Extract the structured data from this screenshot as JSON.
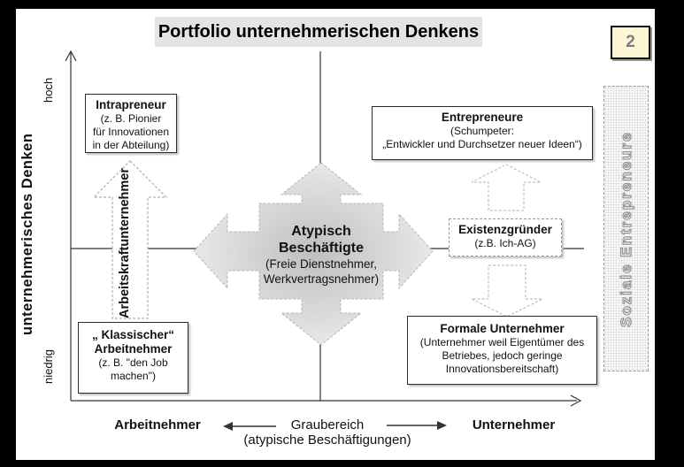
{
  "title": "Portfolio unternehmerischen Denkens",
  "slide_number": "2",
  "y_axis": {
    "label": "unternehmerisches Denken",
    "high": "hoch",
    "low": "niedrig"
  },
  "x_axis": {
    "left_label": "Arbeitnehmer",
    "center_label": "Graubereich",
    "center_sublabel": "(atypische Beschäftigungen)",
    "right_label": "Unternehmer"
  },
  "boxes": {
    "intrapreneur": {
      "title": "Intrapreneur",
      "line1": "(z. B. Pionier",
      "line2": "für Innovationen",
      "line3": "in der Abteilung)"
    },
    "entrepreneure": {
      "title": "Entrepreneure",
      "line1": "(Schumpeter:",
      "line2": "„Entwickler und Durchsetzer neuer Ideen“)"
    },
    "existenzgruender": {
      "title": "Existenzgründer",
      "line1": "(z.B. Ich-AG)"
    },
    "formale_unternehmer": {
      "title": "Formale Unternehmer",
      "line1": "(Unternehmer weil Eigentümer des",
      "line2": "Betriebes, jedoch geringe",
      "line3": "Innovationsbereitschaft)"
    },
    "klassischer_arbeitnehmer": {
      "title_line1": "„ Klassischer“",
      "title_line2": "Arbeitnehmer",
      "line1": "(z. B. \"den Job",
      "line2": "machen\")"
    },
    "atypisch_beschaeftigte": {
      "title_line1": "Atypisch",
      "title_line2": "Beschäftigte",
      "line1": "(Freie Dienstnehmer,",
      "line2": "Werkvertragsnehmer)"
    }
  },
  "arrows": {
    "arbeitskraftunternehmer_label": "Arbeitskraftunternehmer"
  },
  "side_banner": {
    "label": "Soziale Entrepreneure"
  },
  "colors": {
    "title_bg": "#e4e4e4",
    "slide_number_bg": "#fcf6d4",
    "slide_number_text": "#7d7d7d",
    "cross_fill_center": "#c2c2c2",
    "cross_fill_edge": "#f5f5f5",
    "dashed_stroke": "#b0b0b0",
    "axis_stroke": "#333333"
  }
}
